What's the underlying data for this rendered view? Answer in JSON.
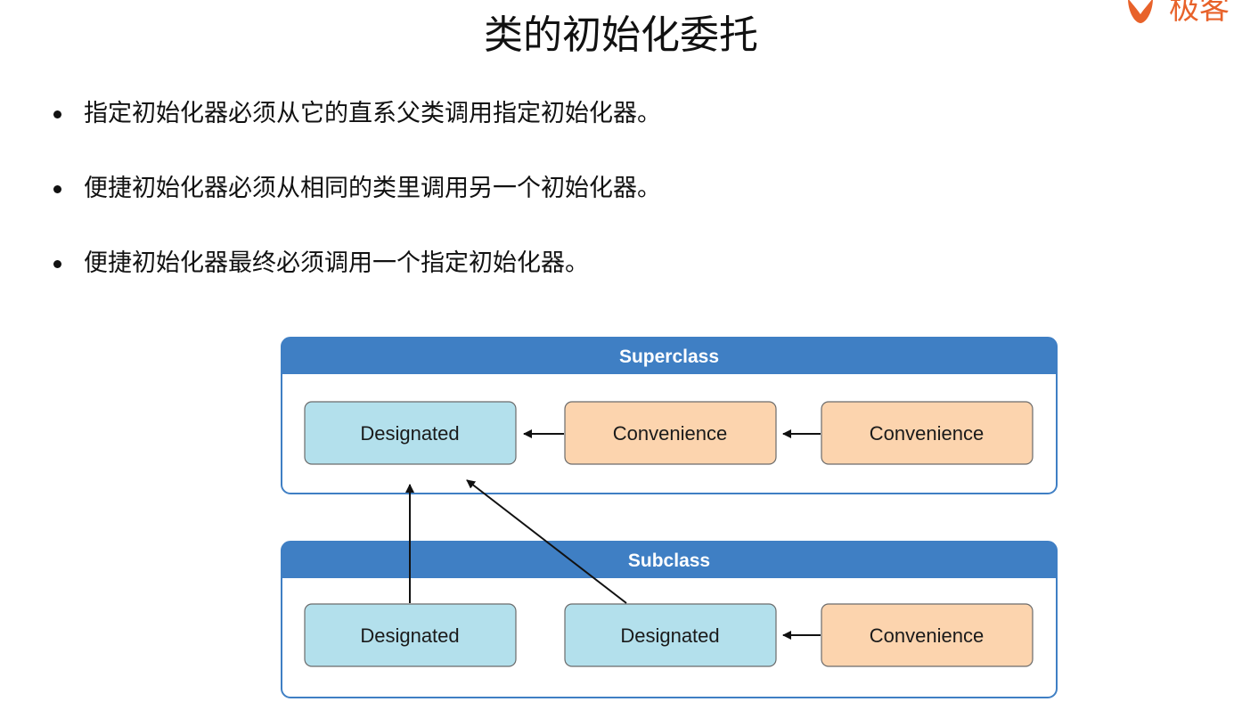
{
  "page": {
    "title": "类的初始化委托",
    "logo_text": "极客"
  },
  "bullets": [
    "指定初始化器必须从它的直系父类调用指定初始化器。",
    "便捷初始化器必须从相同的类里调用另一个初始化器。",
    "便捷初始化器最终必须调用一个指定初始化器。"
  ],
  "diagram": {
    "superclass": {
      "title": "Superclass",
      "nodes": [
        "Designated",
        "Convenience",
        "Convenience"
      ]
    },
    "subclass": {
      "title": "Subclass",
      "nodes": [
        "Designated",
        "Designated",
        "Convenience"
      ]
    },
    "colors": {
      "header": "#3f7fc4",
      "panel_border": "#3f7fc4",
      "designated_fill": "#b3e0ec",
      "convenience_fill": "#fcd4ae",
      "node_border": "#6b6b6b",
      "arrow": "#111111",
      "logo": "#e8622a"
    }
  }
}
